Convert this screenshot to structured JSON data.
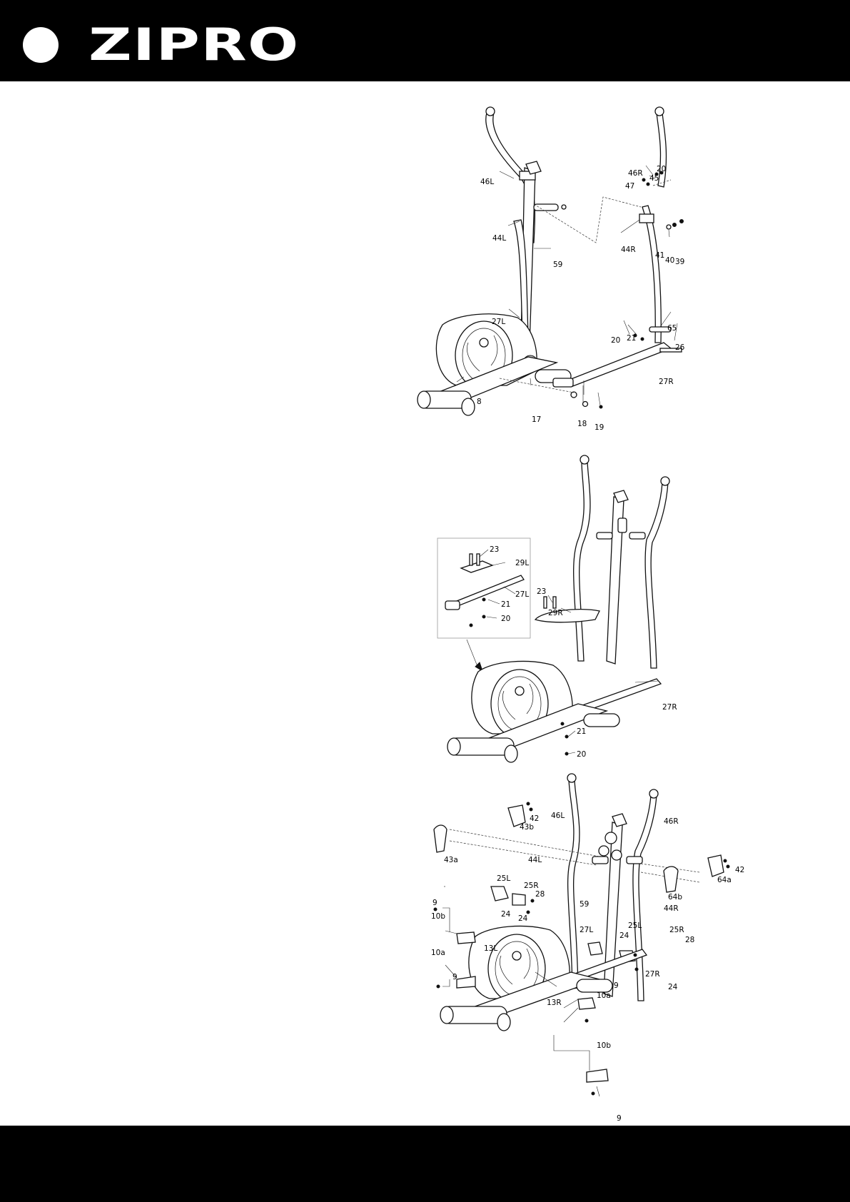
{
  "header": {
    "brand": "ZIPRO",
    "background": "#000000",
    "foreground": "#ffffff"
  },
  "footer": {
    "background": "#000000"
  },
  "step1": {
    "labels": [
      "46L",
      "44L",
      "59",
      "27L",
      "8",
      "17",
      "18",
      "19",
      "46R",
      "20",
      "45",
      "47",
      "44R",
      "41",
      "40",
      "39",
      "65",
      "20",
      "21",
      "26",
      "27R"
    ]
  },
  "step2": {
    "inset_labels": [
      "23",
      "29L",
      "27L",
      "21",
      "20"
    ],
    "labels": [
      "23",
      "29R",
      "27R",
      "21",
      "20"
    ]
  },
  "step3": {
    "labels": [
      "46L",
      "46R",
      "42",
      "43b",
      "43a",
      "44L",
      "64b",
      "64a",
      "42",
      "25L",
      "25R",
      "28",
      "9",
      "10b",
      "24",
      "24",
      "59",
      "44R",
      "27L",
      "25L",
      "24",
      "25R",
      "28",
      "10a",
      "13L",
      "9",
      "27R",
      "24",
      "9",
      "10a",
      "13R",
      "10b",
      "9"
    ]
  }
}
